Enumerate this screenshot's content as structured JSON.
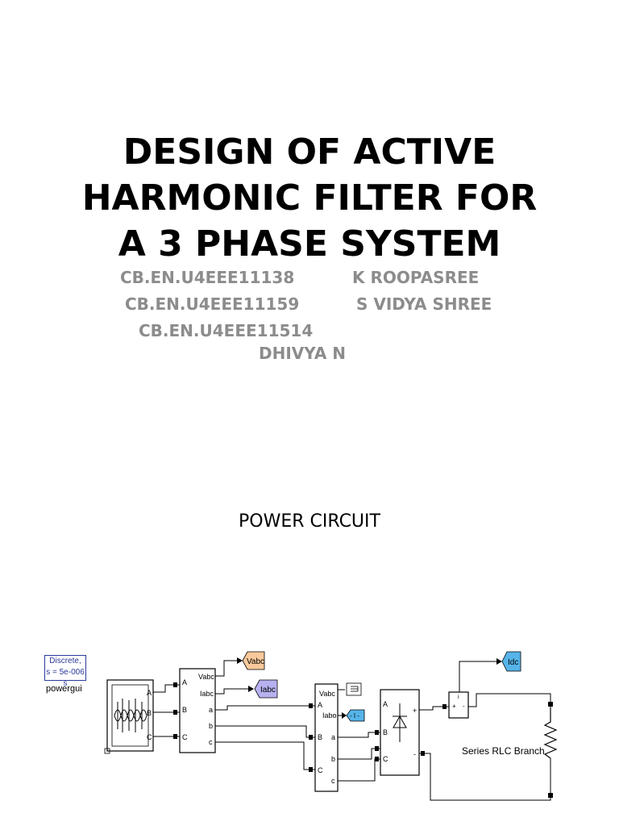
{
  "title": {
    "line1": "DESIGN OF ACTIVE",
    "line2": "HARMONIC FILTER FOR",
    "line3": "A 3 PHASE SYSTEM"
  },
  "authors": [
    {
      "id": "CB.EN.U4EEE11138",
      "name": "K ROOPASREE"
    },
    {
      "id": "CB.EN.U4EEE11159",
      "name": "S VIDYA SHREE"
    },
    {
      "id": "CB.EN.U4EEE11514",
      "name": "DHIVYA N"
    }
  ],
  "section_heading": "POWER CIRCUIT",
  "circuit": {
    "powergui": {
      "line1": "Discrete,",
      "line2": "s = 5e-006 s",
      "label": "powergui"
    },
    "source_ports": [
      "A",
      "B",
      "C"
    ],
    "measure1": {
      "in": [
        "A",
        "B",
        "C"
      ],
      "out": [
        "Vabc",
        "Iabc",
        "a",
        "b",
        "c"
      ]
    },
    "goto_vabc": "Vabc",
    "goto_iabc": "Iabc",
    "measure2": {
      "in": [
        "A",
        "B",
        "C"
      ],
      "out": [
        "Vabc",
        "Iabo",
        "a",
        "b",
        "c"
      ]
    },
    "goto_small": "- I -",
    "rectifier": {
      "in": [
        "A",
        "B",
        "C"
      ],
      "out": [
        "+",
        "-"
      ]
    },
    "current_sensor": {
      "plus": "+",
      "minus": "-",
      "i": "i"
    },
    "goto_idc": "Idc",
    "rlc_label": "Series RLC Branch"
  },
  "colors": {
    "author_text": "#8c8c8c",
    "vabc_tag": "#f8c99a",
    "iabc_tag": "#b7b1ef",
    "small_tag": "#56b4e8",
    "idc_tag": "#56b4e8",
    "powergui_border": "#2a3a9a"
  }
}
